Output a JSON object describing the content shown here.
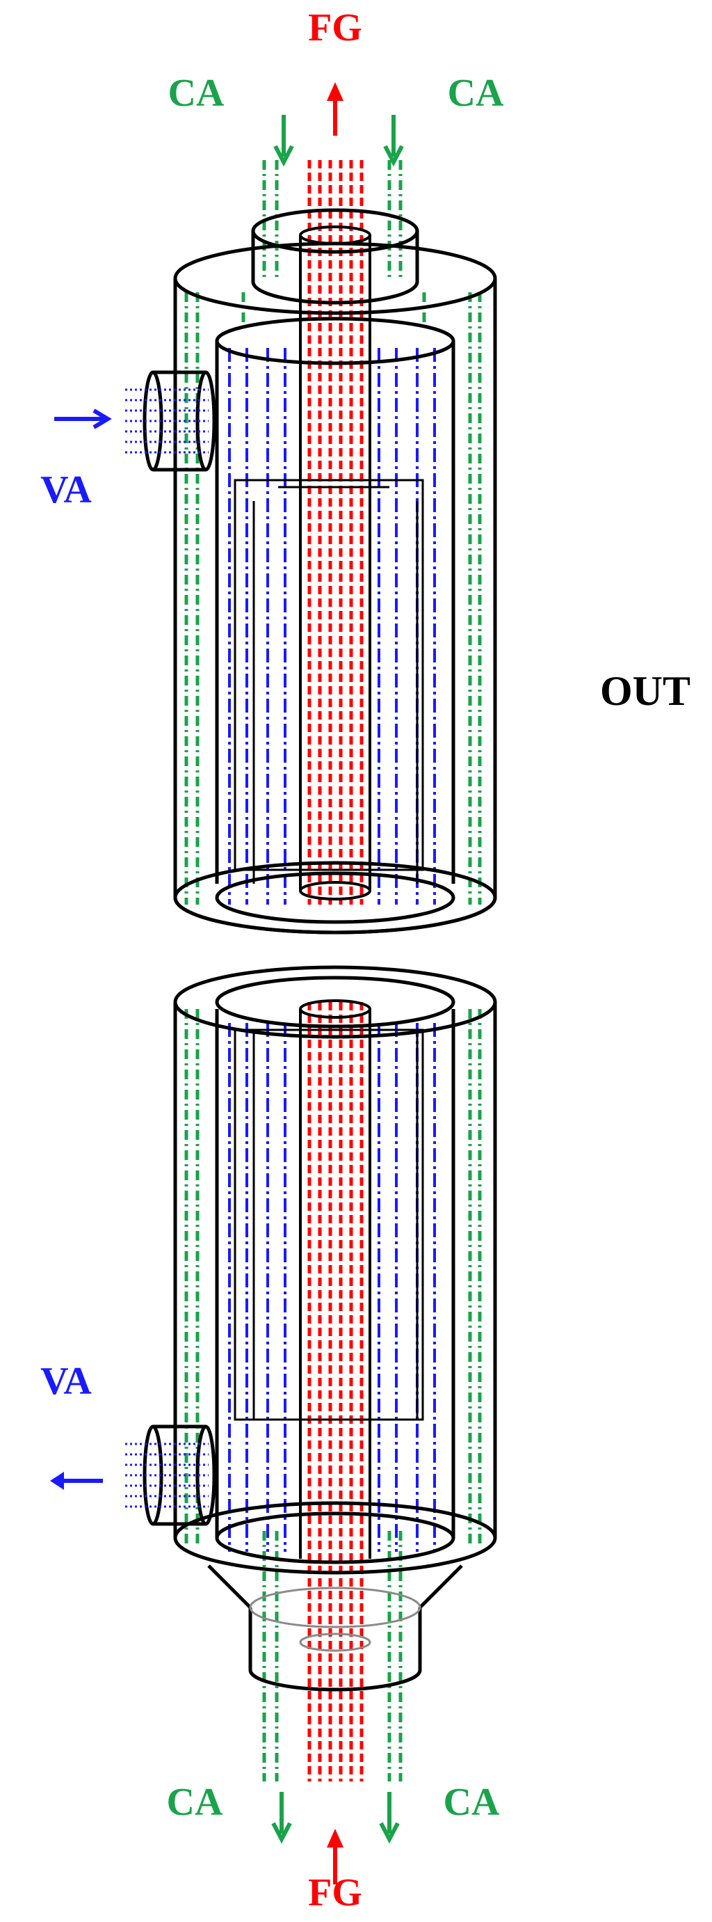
{
  "labels": {
    "fg_top": "FG",
    "ca_top_left": "CA",
    "ca_top_right": "CA",
    "va_top": "VA",
    "out": "OUT",
    "va_bottom": "VA",
    "ca_bottom_left": "CA",
    "ca_bottom_right": "CA",
    "fg_bottom": "FG"
  },
  "colors": {
    "fg": "#ff0000",
    "ca": "#1aa34a",
    "va": "#1a1aff",
    "outline": "#000000",
    "ghost": "#8a8a8a",
    "out_text": "#000000"
  },
  "icons": [
    "arrow-up-icon",
    "arrow-down-icon",
    "arrow-right-icon",
    "arrow-left-icon"
  ]
}
